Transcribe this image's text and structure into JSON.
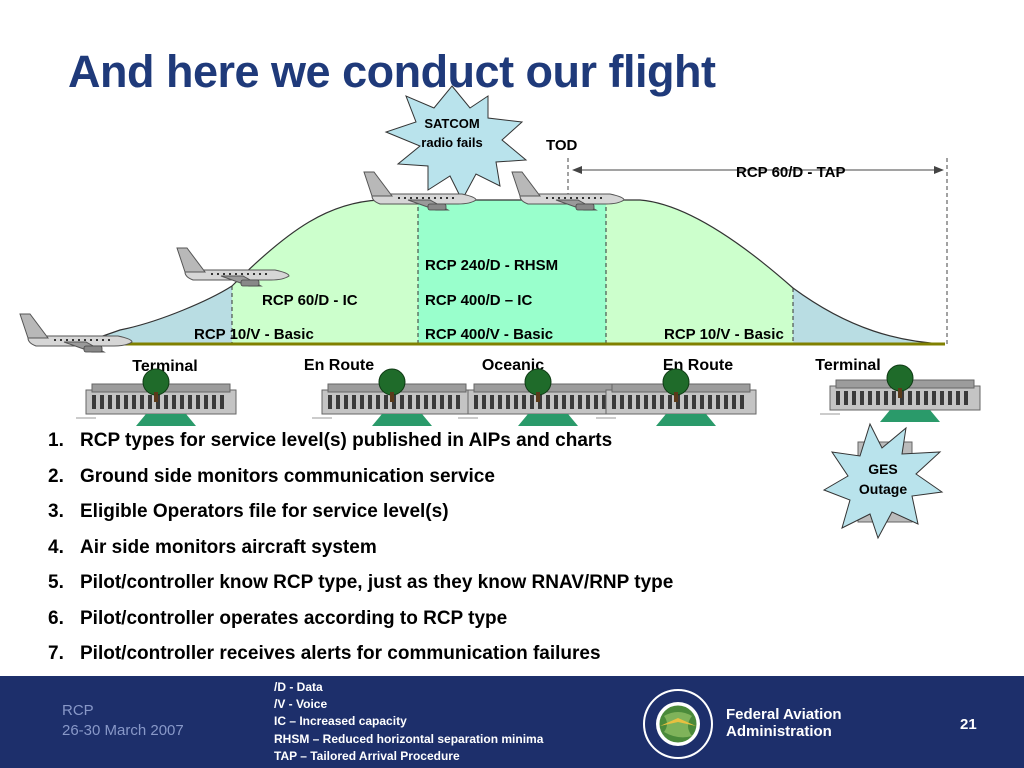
{
  "slide": {
    "title": "And here we conduct our flight"
  },
  "diagram": {
    "satcom_burst": "SATCOM radio fails",
    "satcom_line1": "SATCOM",
    "satcom_line2": "radio fails",
    "tod_label": "TOD",
    "tap_label": "RCP 60/D - TAP",
    "segments": {
      "rhsm": "RCP 240/D - RHSM",
      "ic_left": "RCP 60/D - IC",
      "ic_center": "RCP 400/D – IC",
      "basic_left": "RCP 10/V - Basic",
      "basic_center": "RCP 400/V - Basic",
      "basic_right": "RCP 10/V - Basic"
    },
    "phases": [
      "Terminal",
      "En Route",
      "Oceanic",
      "En Route",
      "Terminal"
    ],
    "ges_line1": "GES",
    "ges_line2": "Outage",
    "colors": {
      "terminal_fill": "#b9dde3",
      "enroute_fill": "#ccffcc",
      "oceanic_fill": "#99ffcc",
      "ground_line": "#808000",
      "burst_fill": "#b9e3ec",
      "title_color": "#1f3a7a",
      "footer_bg": "#1d2f6b"
    },
    "icons": [
      "airplane-icon",
      "building-icon",
      "starburst-icon",
      "tree-icon"
    ]
  },
  "steps": [
    {
      "num": "1.",
      "text": "RCP types for service level(s) published in AIPs and charts"
    },
    {
      "num": "2.",
      "text": "Ground side monitors communication service"
    },
    {
      "num": "3.",
      "text": "Eligible Operators file for service level(s)"
    },
    {
      "num": "4.",
      "text": "Air side monitors aircraft system"
    },
    {
      "num": "5.",
      "text": "Pilot/controller know RCP type, just as they know RNAV/RNP type"
    },
    {
      "num": "6.",
      "text": "Pilot/controller operates according to RCP type"
    },
    {
      "num": "7.",
      "text": "Pilot/controller receives alerts for communication failures"
    }
  ],
  "footer": {
    "left_line1": "RCP",
    "left_line2": "26-30 March 2007",
    "notes": [
      "/D - Data",
      "/V - Voice",
      "IC – Increased capacity",
      "RHSM – Reduced horizontal separation minima",
      "TAP – Tailored Arrival Procedure"
    ],
    "agency_line1": "Federal Aviation",
    "agency_line2": "Administration",
    "page_number": "21"
  }
}
